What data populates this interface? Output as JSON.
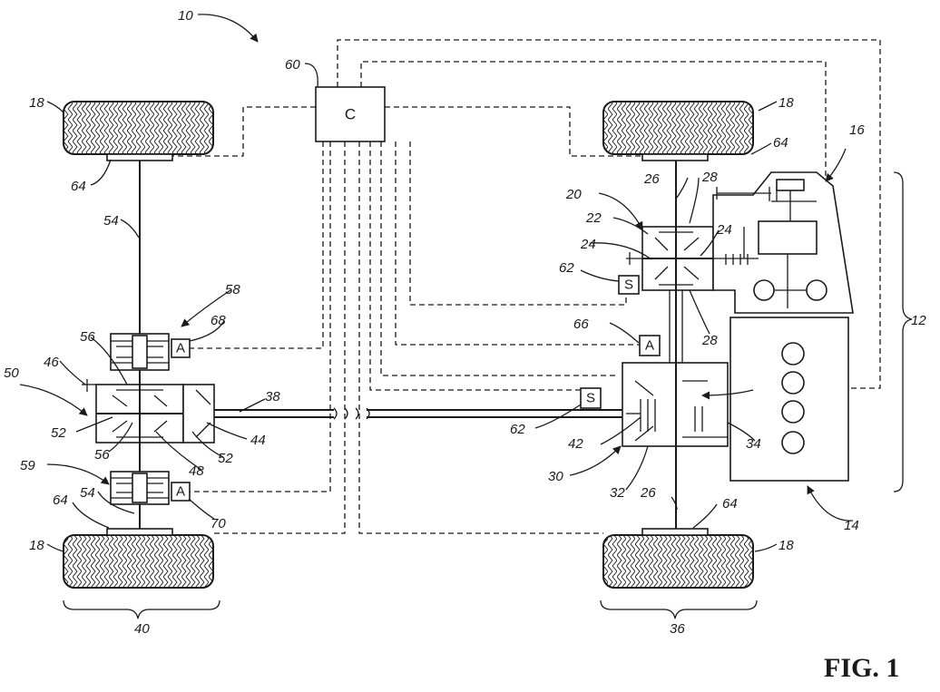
{
  "figure": {
    "caption": "FIG. 1",
    "reference_numerals": {
      "vehicle": "10",
      "powertrain": "12",
      "engine": "14",
      "transmission": "16",
      "wheel": "18",
      "front_differential": "20",
      "front_diff_case": "22",
      "side_gear": "24",
      "front_half_shaft": "26",
      "pinion": "28",
      "power_take_off": "30",
      "pto_gear": "32",
      "pto_input": "34",
      "front_axle": "36",
      "driveshaft": "38",
      "rear_axle": "40",
      "pto_output_gear": "42",
      "rear_input": "44",
      "rear_housing": "46",
      "ring_gear": "48",
      "rear_differential": "50",
      "rear_side_gear": "52",
      "rear_half_shaft": "54",
      "rear_pinion": "56",
      "clutch_upper": "58",
      "clutch_lower": "59",
      "controller": "60",
      "sensor": "62",
      "wheel_speed_sensor": "64",
      "actuator_front": "66",
      "actuator_upper": "68",
      "actuator_lower": "70"
    },
    "box_labels": {
      "controller": "C",
      "sensor": "S",
      "actuator": "A"
    }
  }
}
